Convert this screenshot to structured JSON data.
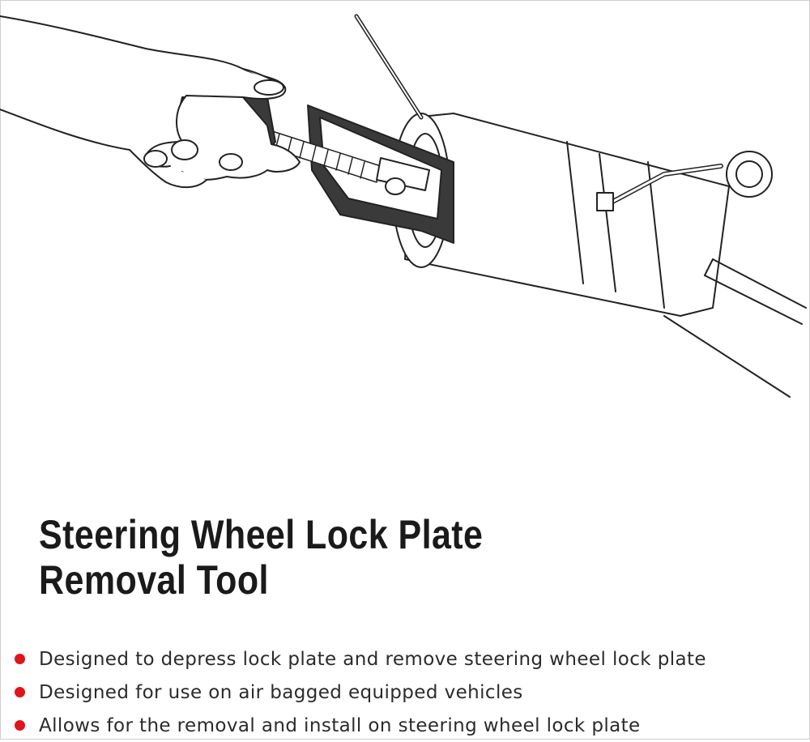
{
  "title": {
    "line1": "Steering Wheel Lock Plate",
    "line2": "Removal Tool"
  },
  "bullets": [
    "Designed to depress lock plate and remove steering wheel lock plate",
    "Designed for use on air bagged equipped vehicles",
    "Allows for the removal and install on steering wheel lock plate"
  ],
  "colors": {
    "bullet": "#e0141b",
    "text": "#2b2b2b",
    "title": "#1a1a1a",
    "tool": "#3a3a3a"
  }
}
